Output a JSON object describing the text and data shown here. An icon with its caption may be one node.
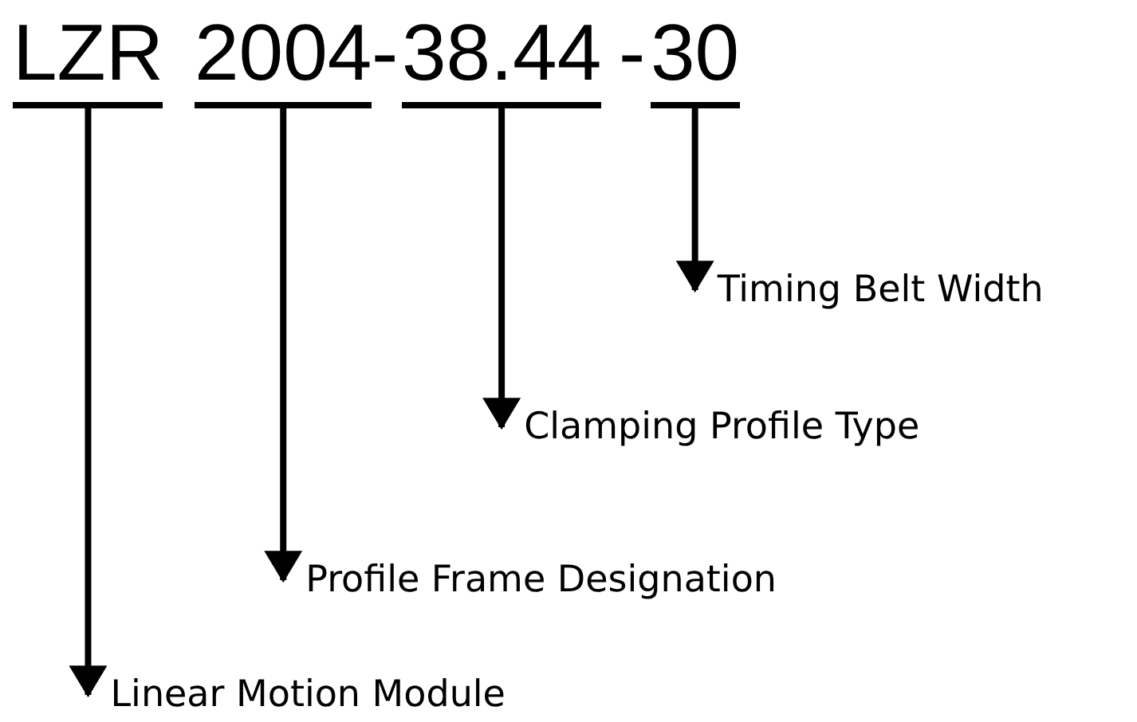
{
  "diagram": {
    "nodes": [
      {
        "text": [
          "LZR"
        ]
      },
      {
        "text": [
          "2004"
        ]
      },
      {
        "text": [
          "38.44"
        ]
      },
      {
        "text": [
          "30"
        ]
      },
      {
        "text": [
          "Linear Motion Module"
        ]
      },
      {
        "text": [
          "Profile Frame Designation"
        ]
      },
      {
        "text": [
          "Clamping Profile Type"
        ]
      },
      {
        "text": [
          "Timing Belt Width"
        ]
      }
    ],
    "edges": [
      {
        "from": 0,
        "to": 4,
        "arrow": "to"
      },
      {
        "from": 1,
        "to": 5,
        "arrow": "to"
      },
      {
        "from": 2,
        "to": 6,
        "arrow": "to"
      },
      {
        "from": 3,
        "to": 7,
        "arrow": "to"
      }
    ],
    "labels": [
      "-",
      "-"
    ]
  }
}
